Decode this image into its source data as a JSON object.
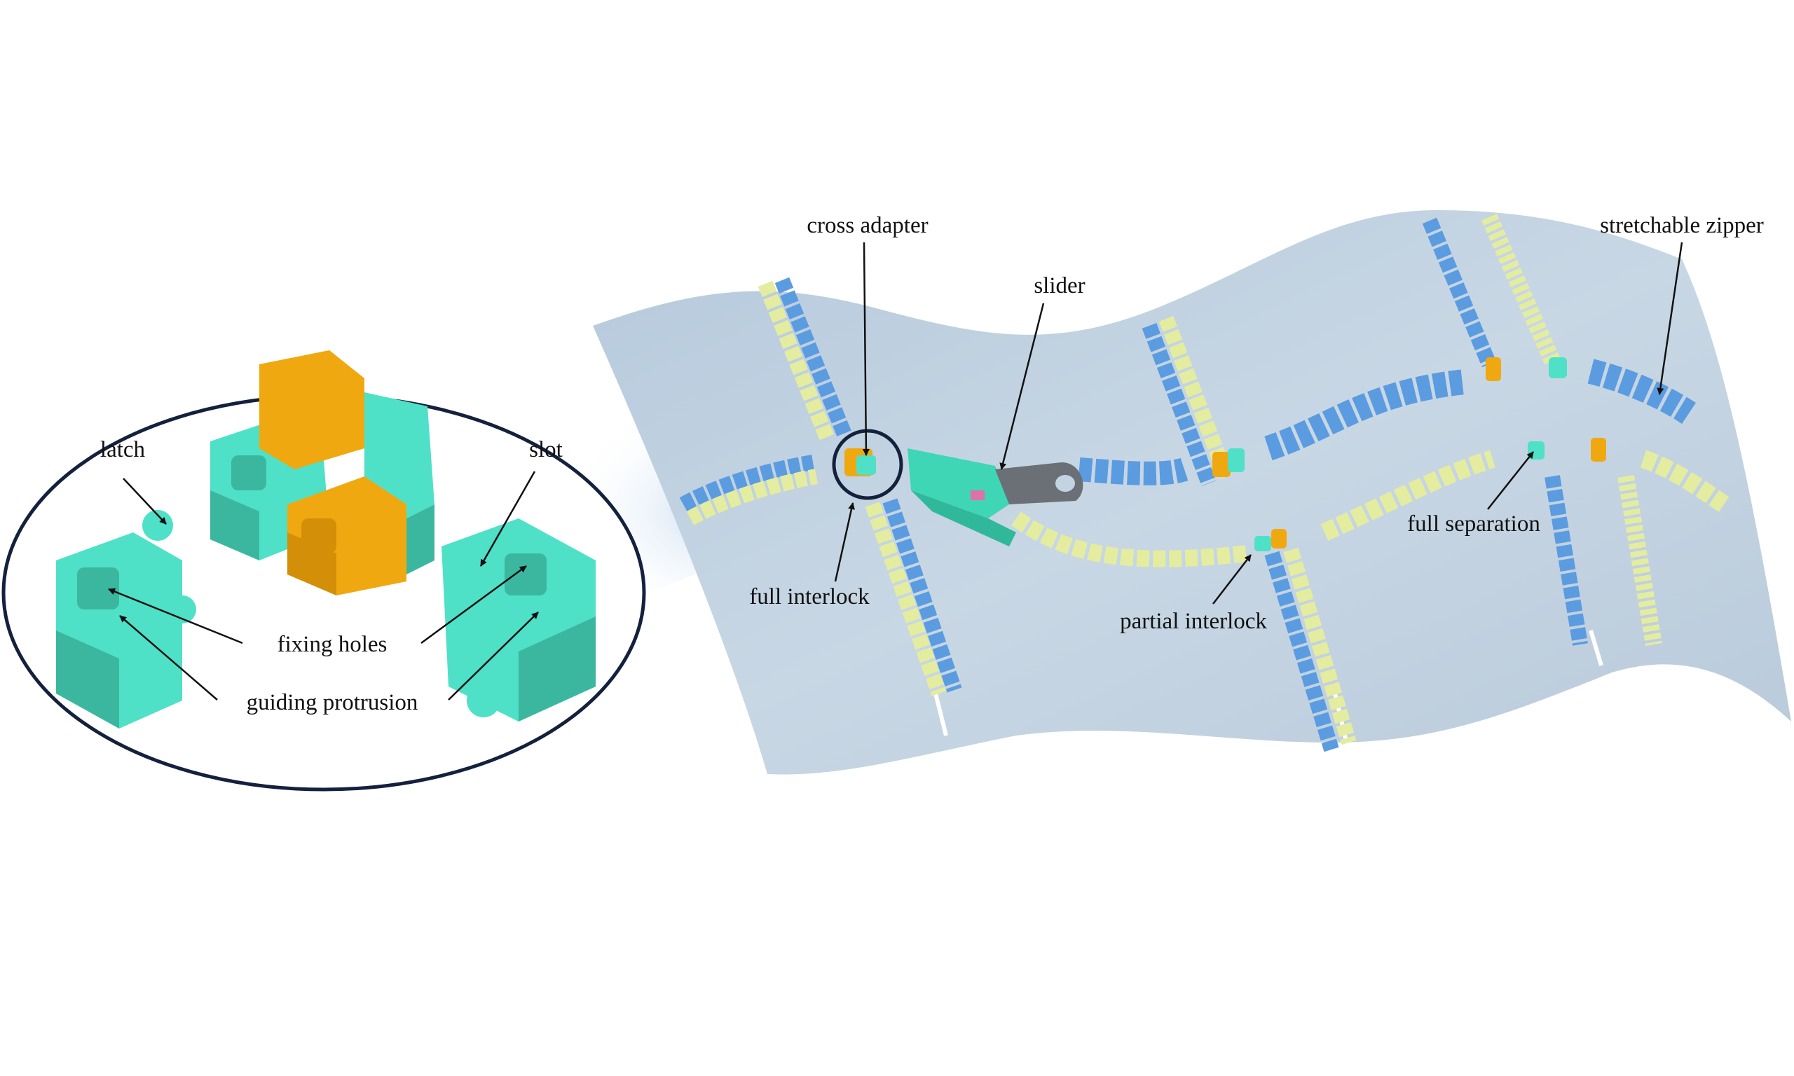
{
  "figure": {
    "inset_labels": {
      "latch": "latch",
      "slot": "slot",
      "fixing_holes": "fixing holes",
      "guiding_protrusion": "guiding protrusion"
    },
    "sheet_labels": {
      "cross_adapter": "cross adapter",
      "slider": "slider",
      "stretchable_zipper": "stretchable zipper",
      "full_interlock": "full interlock",
      "partial_interlock": "partial interlock",
      "full_separation": "full separation"
    },
    "colors": {
      "teal": "#4fe0c8",
      "teal_dark": "#3cb79f",
      "orange": "#f0a810",
      "blue_teeth": "#5b9be0",
      "yellow_teeth": "#e4eca0",
      "sheet": "#c3d3e1",
      "ellipse_stroke": "#14213d"
    }
  }
}
